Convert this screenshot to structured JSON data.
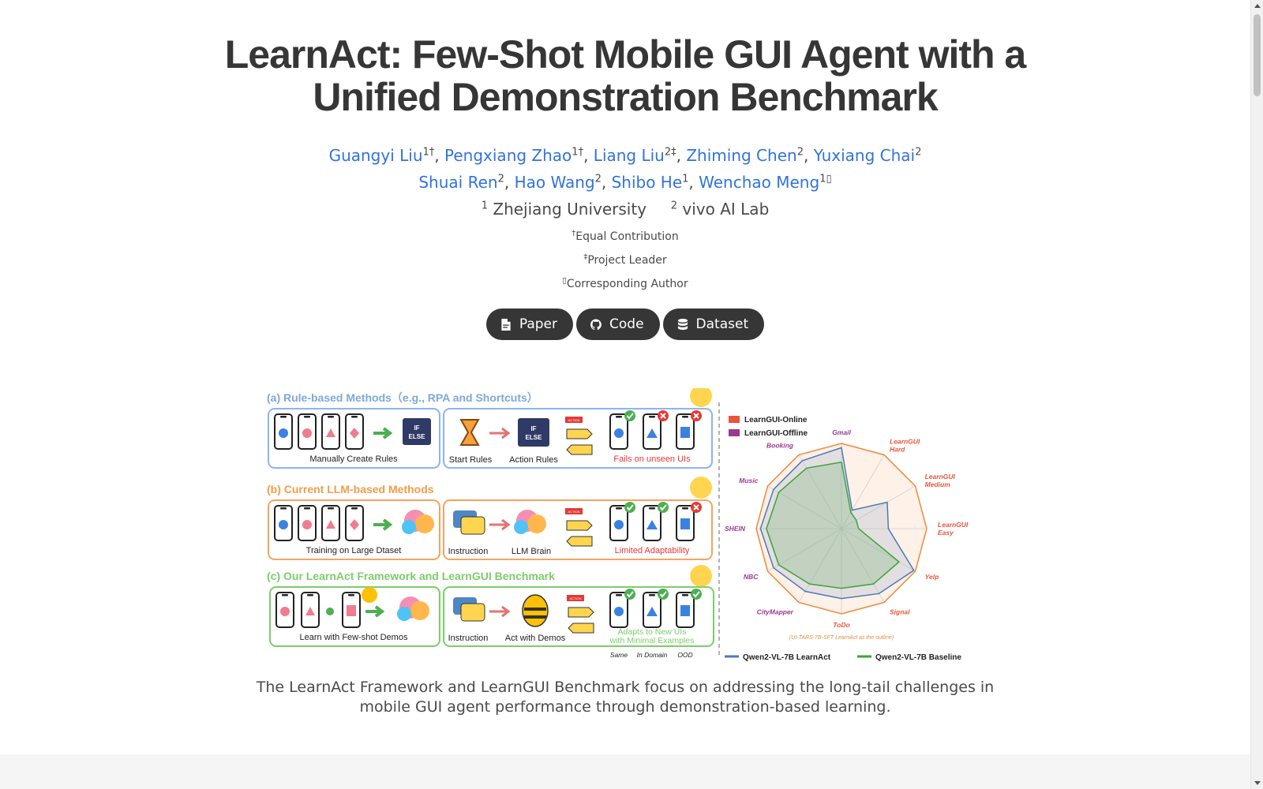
{
  "title": {
    "line1": "LearnAct: Few-Shot Mobile GUI Agent with a",
    "line2": "Unified Demonstration Benchmark"
  },
  "authors": [
    {
      "name": "Guangyi Liu",
      "mark": "1†"
    },
    {
      "name": "Pengxiang Zhao",
      "mark": "1†"
    },
    {
      "name": "Liang Liu",
      "mark": "2‡"
    },
    {
      "name": "Zhiming Chen",
      "mark": "2"
    },
    {
      "name": "Yuxiang Chai",
      "mark": "2"
    },
    {
      "name": "Shuai Ren",
      "mark": "2"
    },
    {
      "name": "Hao Wang",
      "mark": "2"
    },
    {
      "name": "Shibo He",
      "mark": "1"
    },
    {
      "name": "Wenchao Meng",
      "mark": "1▯"
    }
  ],
  "affiliations": [
    {
      "num": "1",
      "name": "Zhejiang University"
    },
    {
      "num": "2",
      "name": "vivo AI Lab"
    }
  ],
  "notes": [
    {
      "mark": "†",
      "text": "Equal Contribution"
    },
    {
      "mark": "‡",
      "text": "Project Leader"
    },
    {
      "mark": "▯",
      "text": "Corresponding Author"
    }
  ],
  "links": [
    {
      "label": "Paper",
      "icon": "file-pdf-icon"
    },
    {
      "label": "Code",
      "icon": "github-icon"
    },
    {
      "label": "Dataset",
      "icon": "database-icon"
    }
  ],
  "figure": {
    "panel_a_title": "(a) Rule-based Methods（e.g., RPA and Shortcuts）",
    "panel_a_left": "Manually Create Rules",
    "panel_a_mid1": "Start Rules",
    "panel_a_mid2": "Action Rules",
    "panel_a_fail": "Fails on unseen UIs",
    "panel_b_title": "(b) Current LLM-based Methods",
    "panel_b_left": "Training on Large Dtaset",
    "panel_b_mid1": "Instruction",
    "panel_b_mid2": "LLM Brain",
    "panel_b_fail": "Limited Adaptability",
    "panel_c_title": "(c) Our LearnAct Framework and LearnGUI Benchmark",
    "panel_c_left": "Learn with Few-shot Demos",
    "panel_c_mid1": "Instruction",
    "panel_c_mid2": "Act with Demos",
    "panel_c_adapt1": "Adapts to New UIs",
    "panel_c_adapt2": "with Minimal Examples",
    "if_label": "IF",
    "else_label": "ELSE",
    "action_label": "ACTION",
    "same": "Same",
    "in_domain": "In Domain",
    "ood": "OOD",
    "radar_legend_online": "LearnGUI-Online",
    "radar_legend_offline": "LearnGUI-Offline",
    "radar_axes": [
      "Gmail",
      "LearnGUI Hard",
      "LearnGUI Medium",
      "LearnGUI Easy",
      "Yelp",
      "Signal",
      "ToDo",
      "CityMapper",
      "NBC",
      "SHEIN",
      "Music",
      "Booking"
    ],
    "radar_note": "(UI-TARS-7B-SFT LearnAct as the outline)",
    "legend_learnact": "Qwen2-VL-7B LearnAct",
    "legend_baseline": "Qwen2-VL-7B Baseline"
  },
  "caption": {
    "line1": "The LearnAct Framework and LearnGUI Benchmark focus on addressing the long-tail challenges in",
    "line2": "mobile GUI agent performance through demonstration-based learning."
  },
  "colors": {
    "link": "#3273dc",
    "button_bg": "#363636",
    "panel_a": "#8ab4f8",
    "panel_b": "#f4a460",
    "panel_c": "#7ccd6a"
  }
}
